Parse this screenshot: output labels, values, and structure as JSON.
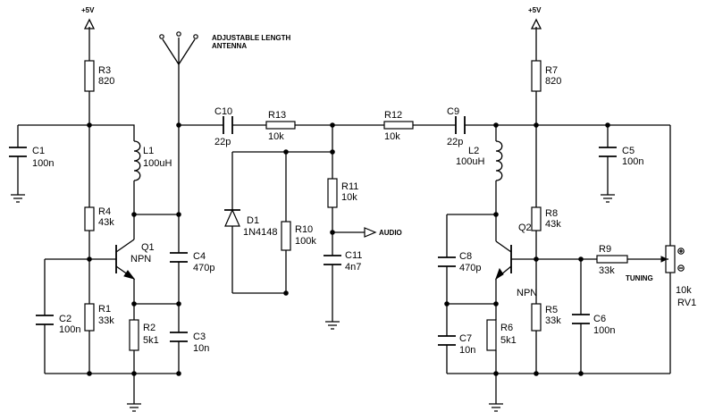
{
  "supply": {
    "left": "+5V",
    "right": "+5V"
  },
  "antenna_label_1": "ADJUSTABLE LENGTH",
  "antenna_label_2": "ANTENNA",
  "audio_label": "AUDIO",
  "tuning_label": "TUNING",
  "components": {
    "R3": {
      "ref": "R3",
      "val": "820"
    },
    "C1": {
      "ref": "C1",
      "val": "100n"
    },
    "L1": {
      "ref": "L1",
      "val": "100uH"
    },
    "R4": {
      "ref": "R4",
      "val": "43k"
    },
    "Q1": {
      "ref": "Q1",
      "val": "NPN"
    },
    "C2": {
      "ref": "C2",
      "val": "100n"
    },
    "R1": {
      "ref": "R1",
      "val": "33k"
    },
    "R2": {
      "ref": "R2",
      "val": "5k1"
    },
    "C4": {
      "ref": "C4",
      "val": "470p"
    },
    "C3": {
      "ref": "C3",
      "val": "10n"
    },
    "C10": {
      "ref": "C10",
      "val": "22p"
    },
    "R13": {
      "ref": "R13",
      "val": "10k"
    },
    "D1": {
      "ref": "D1",
      "val": "1N4148"
    },
    "R10": {
      "ref": "R10",
      "val": "100k"
    },
    "R11": {
      "ref": "R11",
      "val": "10k"
    },
    "C11": {
      "ref": "C11",
      "val": "4n7"
    },
    "R12": {
      "ref": "R12",
      "val": "10k"
    },
    "C9": {
      "ref": "C9",
      "val": "22p"
    },
    "L2": {
      "ref": "L2",
      "val": "100uH"
    },
    "R7": {
      "ref": "R7",
      "val": "820"
    },
    "C5": {
      "ref": "C5",
      "val": "100n"
    },
    "R8": {
      "ref": "R8",
      "val": "43k"
    },
    "Q2": {
      "ref": "Q2",
      "val": "NPN"
    },
    "C8": {
      "ref": "C8",
      "val": "470p"
    },
    "C7": {
      "ref": "C7",
      "val": "10n"
    },
    "R6": {
      "ref": "R6",
      "val": "5k1"
    },
    "R5": {
      "ref": "R5",
      "val": "33k"
    },
    "R9": {
      "ref": "R9",
      "val": "33k"
    },
    "C6": {
      "ref": "C6",
      "val": "100n"
    },
    "RV1": {
      "ref": "RV1",
      "val": "10k"
    }
  }
}
